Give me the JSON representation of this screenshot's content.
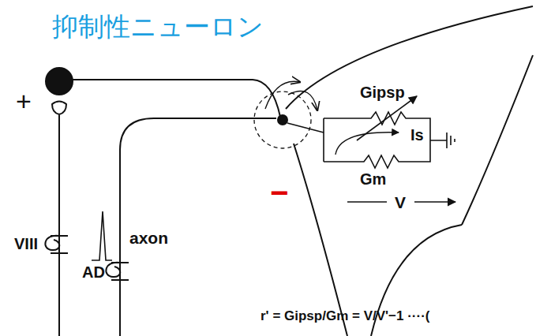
{
  "diagram": {
    "title": "抑制性ニューロン",
    "labels": [
      "+",
      "VIII",
      "AD",
      "axon",
      "−",
      "Gipsp",
      "Is",
      "Gm",
      "V",
      "r' = Gipsp/Gm = V/V'−1 ····("
    ]
  }
}
